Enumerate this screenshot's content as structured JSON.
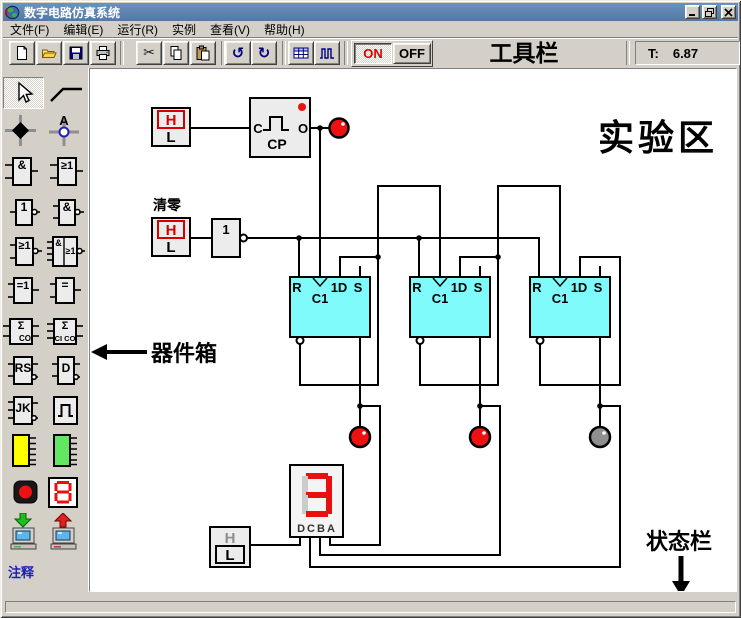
{
  "window": {
    "title": "数字电路仿真系统"
  },
  "menu": {
    "items": [
      "文件(F)",
      "编辑(E)",
      "运行(R)",
      "实例",
      "查看(V)",
      "帮助(H)"
    ]
  },
  "toolbar": {
    "on": "ON",
    "off": "OFF",
    "caption": "工具栏",
    "timer_prefix": "T:",
    "timer_value": "6.87"
  },
  "palette": {
    "label_tool": "A",
    "and": "&",
    "or": "≥1",
    "not": "1",
    "nand": "&",
    "nor": "≥1",
    "aoi_and": "&",
    "aoi_or": "≥1",
    "xor": "=1",
    "xnor": "=",
    "halfadder_sum": "Σ",
    "halfadder_carry": "CO",
    "fulladder_sum": "Σ",
    "fulladder_carry": "CI CO",
    "rs": "RS",
    "d": "D",
    "jk": "JK",
    "comment": "注释"
  },
  "circuit": {
    "annotations": {
      "experiment_area": "实验区",
      "component_box": "器件箱",
      "status_bar": "状态栏",
      "clear": "清零"
    },
    "clock_switch": {
      "h": "H",
      "l": "L",
      "selected": "H"
    },
    "clear_switch": {
      "h": "H",
      "l": "L",
      "selected": "H"
    },
    "data_switch": {
      "h": "H",
      "l": "L",
      "selected": "L"
    },
    "clock_gen": {
      "c_pin": "C",
      "o_pin": "O",
      "label": "CP"
    },
    "inverter": {
      "label": "1"
    },
    "flipflops": [
      {
        "r": "R",
        "clock": "C1",
        "d": "1D",
        "s": "S"
      },
      {
        "r": "R",
        "clock": "C1",
        "d": "1D",
        "s": "S"
      },
      {
        "r": "R",
        "clock": "C1",
        "d": "1D",
        "s": "S"
      }
    ],
    "leds": [
      {
        "id": "clock-led",
        "state": "on",
        "color": "#ee1111"
      },
      {
        "id": "bit-a-led",
        "state": "on",
        "color": "#ee1111"
      },
      {
        "id": "bit-b-led",
        "state": "on",
        "color": "#ee1111"
      },
      {
        "id": "bit-c-led",
        "state": "off",
        "color": "#8f8f8f"
      }
    ],
    "display": {
      "value": "3",
      "pins": "DCBA"
    }
  },
  "colors": {
    "titlebar": "#5a82b4",
    "flipflop_fill": "#80fbfb",
    "segment_on": "#e81111",
    "segment_off": "#cccccc"
  }
}
